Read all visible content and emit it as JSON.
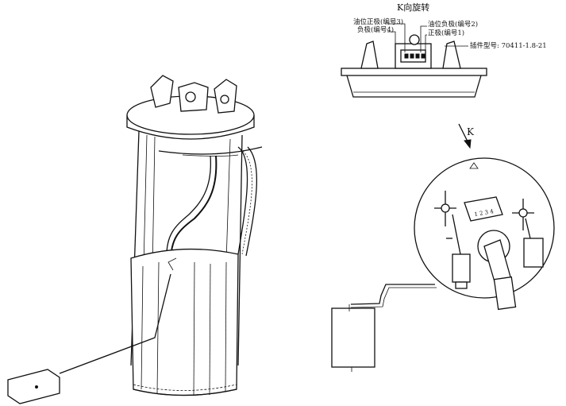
{
  "title": "K向旋转",
  "callouts": {
    "fuel_gauge_pos_3": "油位正极(编号3)",
    "neg_4": "负极(编号4)",
    "fuel_gauge_neg_2": "油位负极(编号2)",
    "pos_1": "正极(编号1)",
    "connector_model": "插件型号: 70411-1.8-21"
  },
  "view_arrow_label": "K",
  "connector_pin_text": "1 2 3 4"
}
